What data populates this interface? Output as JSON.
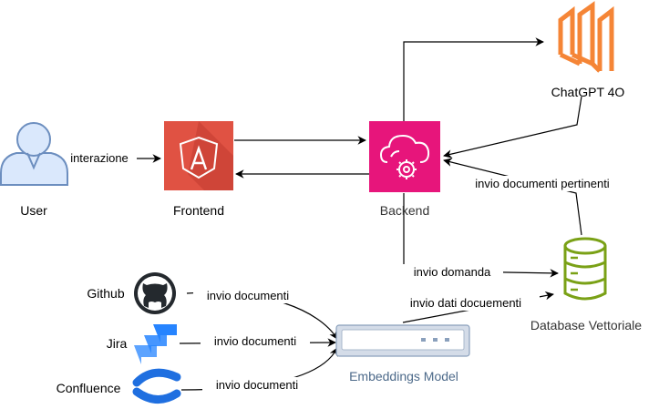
{
  "nodes": {
    "user": "User",
    "frontend": "Frontend",
    "backend": "Backend",
    "chatgpt": "ChatGPT 4O",
    "database": "Database Vettoriale",
    "embeddings": "Embeddings Model",
    "github": "Github",
    "jira": "Jira",
    "confluence": "Confluence"
  },
  "edges": {
    "interazione": "interazione",
    "invio_documenti_pertinenti": "invio documenti pertinenti",
    "invio_domanda": "invio domanda",
    "invio_dati_docuementi": "invio dati docuementi",
    "github_invio_documenti": "invio documenti",
    "jira_invio_documenti": "invio documenti",
    "confluence_invio_documenti": "invio documenti"
  },
  "colors": {
    "angular": "#E05243",
    "backend": "#E7157B",
    "chatgpt": "#F58536",
    "database": "#7AA116",
    "user_icon": "#DAE8FC",
    "user_stroke": "#6C8EBF",
    "jira": "#2684FF",
    "github": "#24292E",
    "embeddings_label": "#4D6A8A",
    "backend_label": "#333333"
  }
}
